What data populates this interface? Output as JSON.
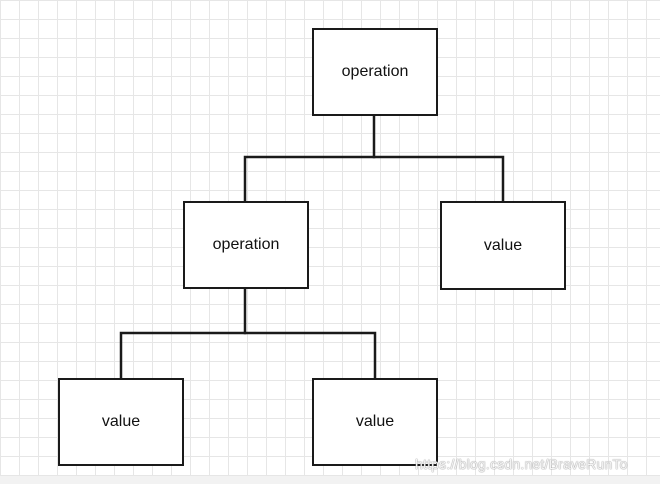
{
  "diagram": {
    "nodes": [
      {
        "id": "root",
        "label": "operation"
      },
      {
        "id": "left-op",
        "label": "operation"
      },
      {
        "id": "right-value",
        "label": "value"
      },
      {
        "id": "leaf-left",
        "label": "value"
      },
      {
        "id": "leaf-right",
        "label": "value"
      }
    ],
    "edges": [
      {
        "from": "root",
        "to": "left-op"
      },
      {
        "from": "root",
        "to": "right-value"
      },
      {
        "from": "left-op",
        "to": "leaf-left"
      },
      {
        "from": "left-op",
        "to": "leaf-right"
      }
    ]
  },
  "watermark": "https://blog.csdn.net/BraveRunTo",
  "colors": {
    "stroke": "#1a1a1a",
    "grid": "#e6e6e6",
    "background": "#ffffff"
  }
}
